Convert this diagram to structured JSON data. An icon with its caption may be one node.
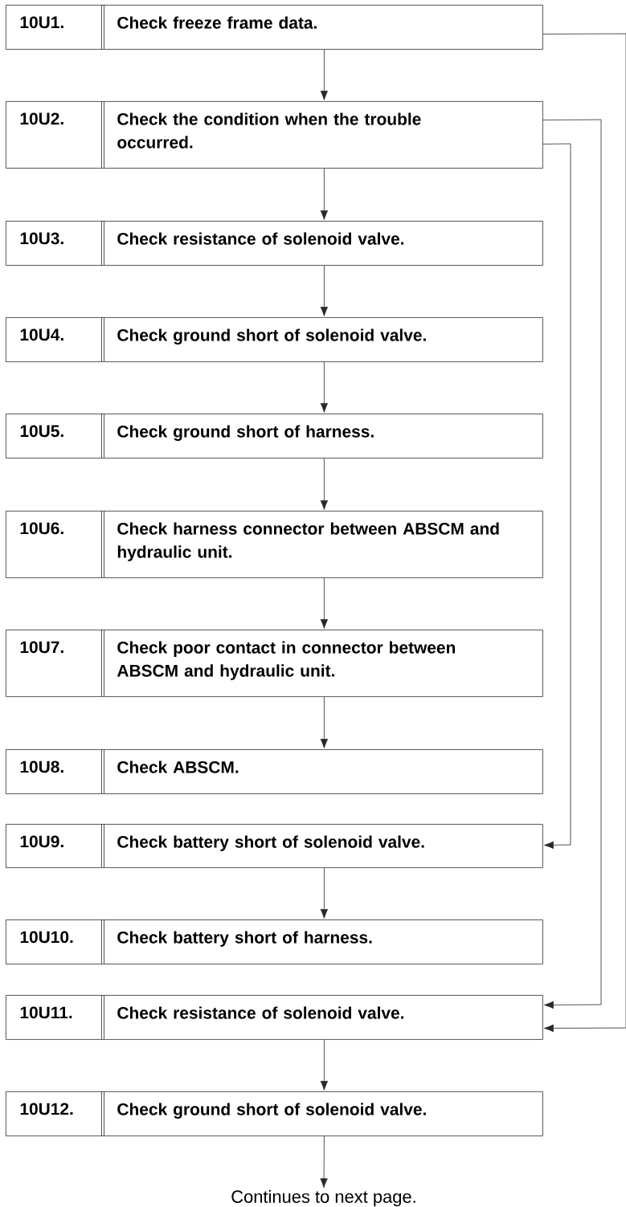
{
  "diagram": {
    "nodes": [
      {
        "text": [
          "10U1.",
          "Check freeze frame data."
        ]
      },
      {
        "text": [
          "10U2.",
          "Check the condition when the trouble occurred."
        ]
      },
      {
        "text": [
          "10U3.",
          "Check resistance of solenoid valve."
        ]
      },
      {
        "text": [
          "10U4.",
          "Check ground short of solenoid valve."
        ]
      },
      {
        "text": [
          "10U5.",
          "Check ground short of harness."
        ]
      },
      {
        "text": [
          "10U6.",
          "Check harness connector between ABSCM and hydraulic unit."
        ]
      },
      {
        "text": [
          "10U7.",
          "Check poor contact in connector between ABSCM and hydraulic unit."
        ]
      },
      {
        "text": [
          "10U8.",
          "Check ABSCM."
        ]
      },
      {
        "text": [
          "10U9.",
          "Check battery short of solenoid valve."
        ]
      },
      {
        "text": [
          "10U10.",
          "Check battery short of harness."
        ]
      },
      {
        "text": [
          "10U11.",
          "Check resistance of solenoid valve."
        ]
      },
      {
        "text": [
          "10U12.",
          "Check ground short of solenoid valve."
        ]
      },
      {
        "text": [
          "Continues to next page."
        ]
      }
    ],
    "edges": [
      {
        "from": 0,
        "to": 1,
        "arrow": "to"
      },
      {
        "from": 1,
        "to": 2,
        "arrow": "to"
      },
      {
        "from": 2,
        "to": 3,
        "arrow": "to"
      },
      {
        "from": 3,
        "to": 4,
        "arrow": "to"
      },
      {
        "from": 4,
        "to": 5,
        "arrow": "to"
      },
      {
        "from": 5,
        "to": 6,
        "arrow": "to"
      },
      {
        "from": 6,
        "to": 7,
        "arrow": "to"
      },
      {
        "from": 1,
        "to": 8,
        "arrow": "to"
      },
      {
        "from": 8,
        "to": 9,
        "arrow": "to"
      },
      {
        "from": 1,
        "to": 10,
        "arrow": "to"
      },
      {
        "from": 0,
        "to": 10,
        "arrow": "to"
      },
      {
        "from": 10,
        "to": 11,
        "arrow": "to"
      },
      {
        "from": 11,
        "to": 12,
        "arrow": "to"
      }
    ]
  }
}
